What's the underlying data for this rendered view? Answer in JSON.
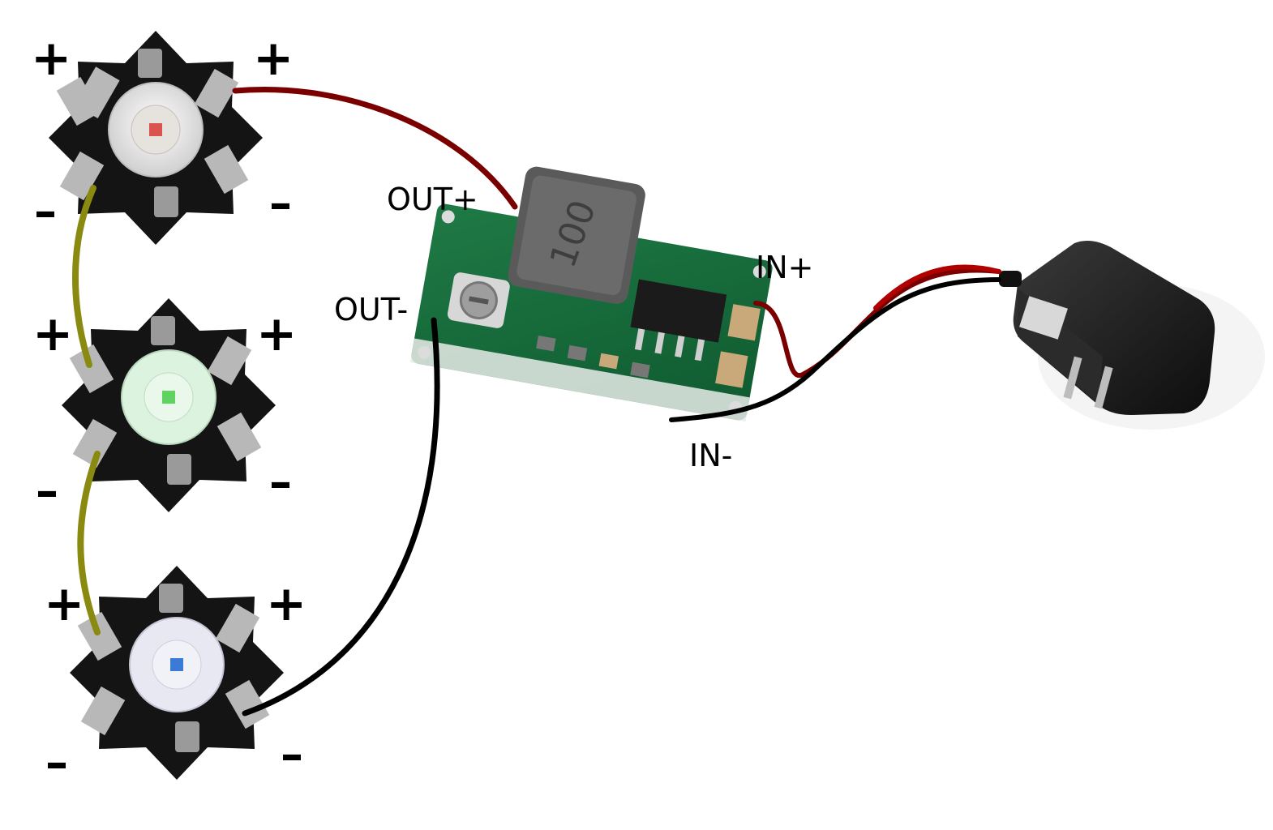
{
  "leds": [
    {
      "name": "red",
      "chip_color": "#d9534f",
      "lens_color": "#f4f1ee",
      "labels": {
        "top_left": "+",
        "top_right": "+",
        "bottom_left": "–",
        "bottom_right": "–"
      }
    },
    {
      "name": "green",
      "chip_color": "#5fd35f",
      "lens_color": "#dcf3df",
      "labels": {
        "top_left": "+",
        "top_right": "+",
        "bottom_left": "–",
        "bottom_right": "–"
      }
    },
    {
      "name": "blue",
      "chip_color": "#3a7bd5",
      "lens_color": "#e8e8f2",
      "labels": {
        "top_left": "+",
        "top_right": "+",
        "bottom_left": "–",
        "bottom_right": "–"
      }
    }
  ],
  "converter": {
    "inductor_marking": "100",
    "labels": {
      "out_plus": "OUT+",
      "out_minus": "OUT-",
      "in_plus": "IN+",
      "in_minus": "IN-"
    }
  },
  "wire_colors": {
    "positive": "#7a0000",
    "negative": "#000000",
    "series": "#8a8a10",
    "adapter_red": "#b00000"
  }
}
